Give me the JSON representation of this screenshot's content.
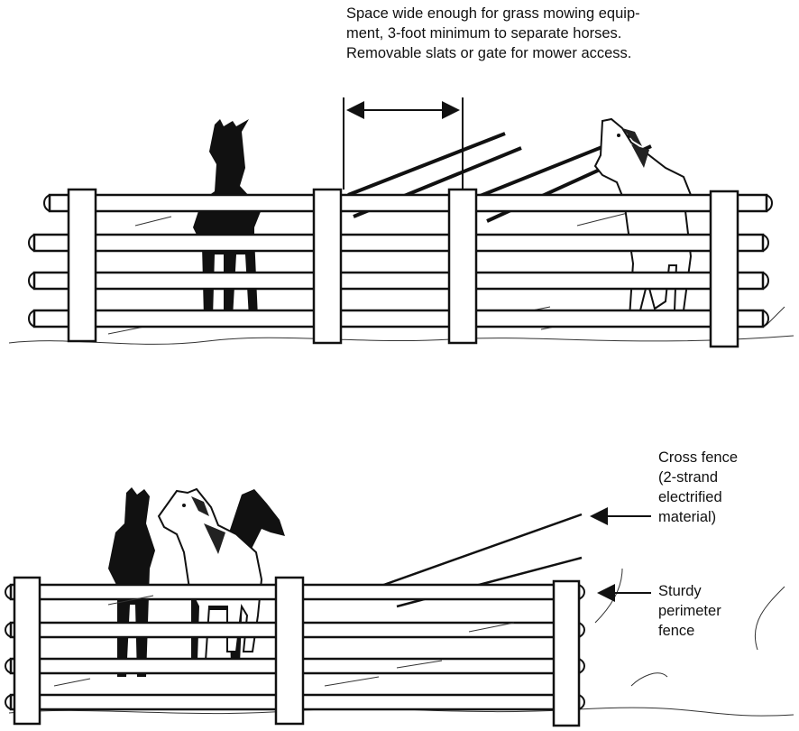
{
  "top_note": {
    "lines": [
      "Space wide enough for grass mowing equip-",
      "ment, 3-foot minimum to separate horses.",
      "Removable slats or gate for mower access."
    ]
  },
  "cross_fence_label": {
    "lines": [
      "Cross fence",
      "(2-strand",
      "electrified",
      "material)"
    ]
  },
  "perimeter_label": {
    "lines": [
      "Sturdy",
      "perimeter",
      "fence"
    ]
  }
}
